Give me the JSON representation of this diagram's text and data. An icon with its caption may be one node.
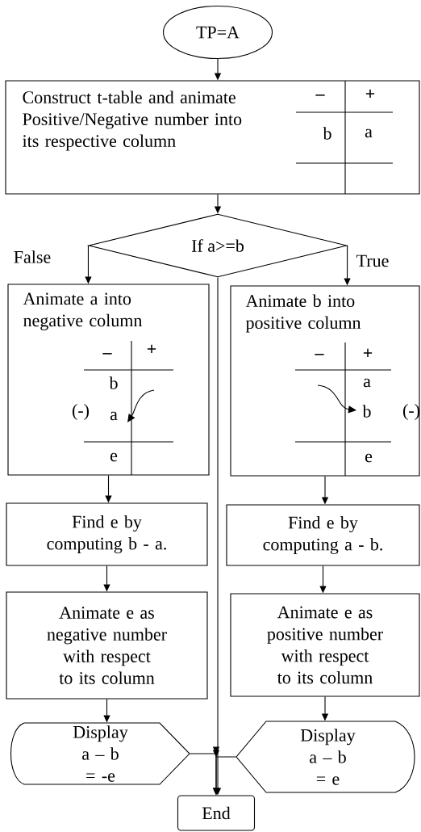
{
  "diagram": {
    "nodes": [
      {
        "text": [
          "TP=A"
        ]
      },
      {
        "text": [
          "Construct t-table and animate Positive/Negative number into its respective column"
        ]
      },
      {
        "text": [
          "If a>=b"
        ]
      },
      {
        "text": [
          "Animate a into negative column"
        ]
      },
      {
        "text": [
          "Animate b into positive column"
        ]
      },
      {
        "text": [
          "Find e by computing b - a."
        ]
      },
      {
        "text": [
          "Find e by computing a - b."
        ]
      },
      {
        "text": [
          "Animate e as negative number with respect to its column"
        ]
      },
      {
        "text": [
          "Animate e as positive number with respect to its column"
        ]
      },
      {
        "text": [
          "Display a – b = -e"
        ]
      },
      {
        "text": [
          "Display a – b = e"
        ]
      },
      {
        "text": [
          "End"
        ]
      }
    ],
    "edges": [
      {
        "from": 0,
        "to": 1,
        "arrow": "to"
      },
      {
        "from": 1,
        "to": 2,
        "arrow": "to"
      },
      {
        "from": 2,
        "to": 3,
        "arrow": "to",
        "label": "False"
      },
      {
        "from": 2,
        "to": 4,
        "arrow": "to",
        "label": "True"
      },
      {
        "from": 3,
        "to": 5,
        "arrow": "to"
      },
      {
        "from": 5,
        "to": 7,
        "arrow": "to"
      },
      {
        "from": 7,
        "to": 9,
        "arrow": "to"
      },
      {
        "from": 4,
        "to": 6,
        "arrow": "to"
      },
      {
        "from": 6,
        "to": 8,
        "arrow": "to"
      },
      {
        "from": 8,
        "to": 10,
        "arrow": "to"
      },
      {
        "from": 2,
        "to": 11,
        "arrow": "to"
      },
      {
        "from": 9,
        "to": 11,
        "arrow": "to"
      },
      {
        "from": 10,
        "to": 11,
        "arrow": "to"
      }
    ],
    "labels": [
      "–",
      "+",
      "b",
      "a",
      "–",
      "+",
      "b",
      "(-)",
      "a",
      "e",
      "–",
      "+",
      "a",
      "b",
      "(-)",
      "e"
    ]
  }
}
